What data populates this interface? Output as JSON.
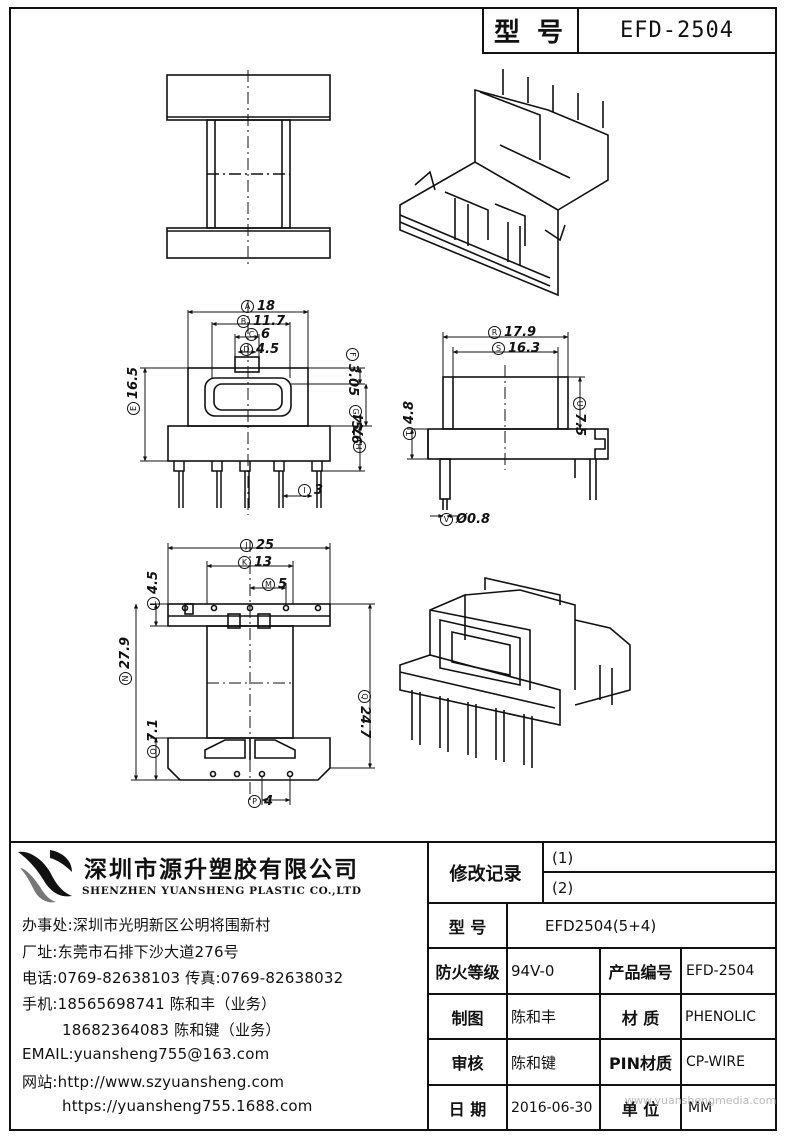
{
  "title_block": {
    "model_label": "型 号",
    "model_value": "EFD-2504"
  },
  "dimensions": {
    "top_view": {
      "A": "18",
      "B": "11.7",
      "C": "6",
      "D": "4.5",
      "E": "16.5",
      "F": "3.05",
      "G": "5.6",
      "H": "7.4",
      "I": "3"
    },
    "side_view": {
      "R": "17.9",
      "S": "16.3",
      "U": "7.5",
      "T": "4.8",
      "V": "Ø0.8"
    },
    "bottom_view": {
      "J": "25",
      "K": "13",
      "M": "5",
      "L": "4.5",
      "N": "27.9",
      "Q": "24.7",
      "O": "7.1",
      "P": "4"
    },
    "letters": [
      "A",
      "B",
      "C",
      "D",
      "E",
      "F",
      "G",
      "H",
      "I",
      "R",
      "S",
      "U",
      "T",
      "V",
      "J",
      "K",
      "M",
      "L",
      "N",
      "Q",
      "O",
      "P"
    ]
  },
  "company": {
    "name_cn": "深圳市源升塑胶有限公司",
    "name_en": "SHENZHEN YUANSHENG PLASTIC CO.,LTD",
    "office": "办事处:深圳市光明新区公明将围新村",
    "factory": "厂址:东莞市石排下沙大道276号",
    "phone": "电话:0769-82638103 传真:0769-82638032",
    "mobile1": "手机:18565698741 陈和丰（业务）",
    "mobile2": "18682364083 陈和键（业务）",
    "email": "EMAIL:yuansheng755@163.com",
    "web1": "网站:http://www.szyuansheng.com",
    "web2": "https://yuansheng755.1688.com"
  },
  "revision": {
    "label": "修改记录",
    "entries": [
      "(1)",
      "(2)"
    ]
  },
  "spec": {
    "model_label": "型 号",
    "model_value": "EFD2504(5+4)",
    "fire_label": "防火等级",
    "fire_value": "94V-0",
    "product_no_label": "产品编号",
    "product_no_value": "EFD-2504",
    "drawn_label": "制图",
    "drawn_value": "陈和丰",
    "material_label": "材 质",
    "material_value": "PHENOLIC",
    "check_label": "审核",
    "check_value": "陈和键",
    "pin_label": "PIN材质",
    "pin_value": "CP-WIRE",
    "date_label": "日 期",
    "date_value": "2016-06-30",
    "unit_label": "单 位",
    "unit_value": "MM"
  },
  "watermark": "www.yuanshengmedia.com"
}
